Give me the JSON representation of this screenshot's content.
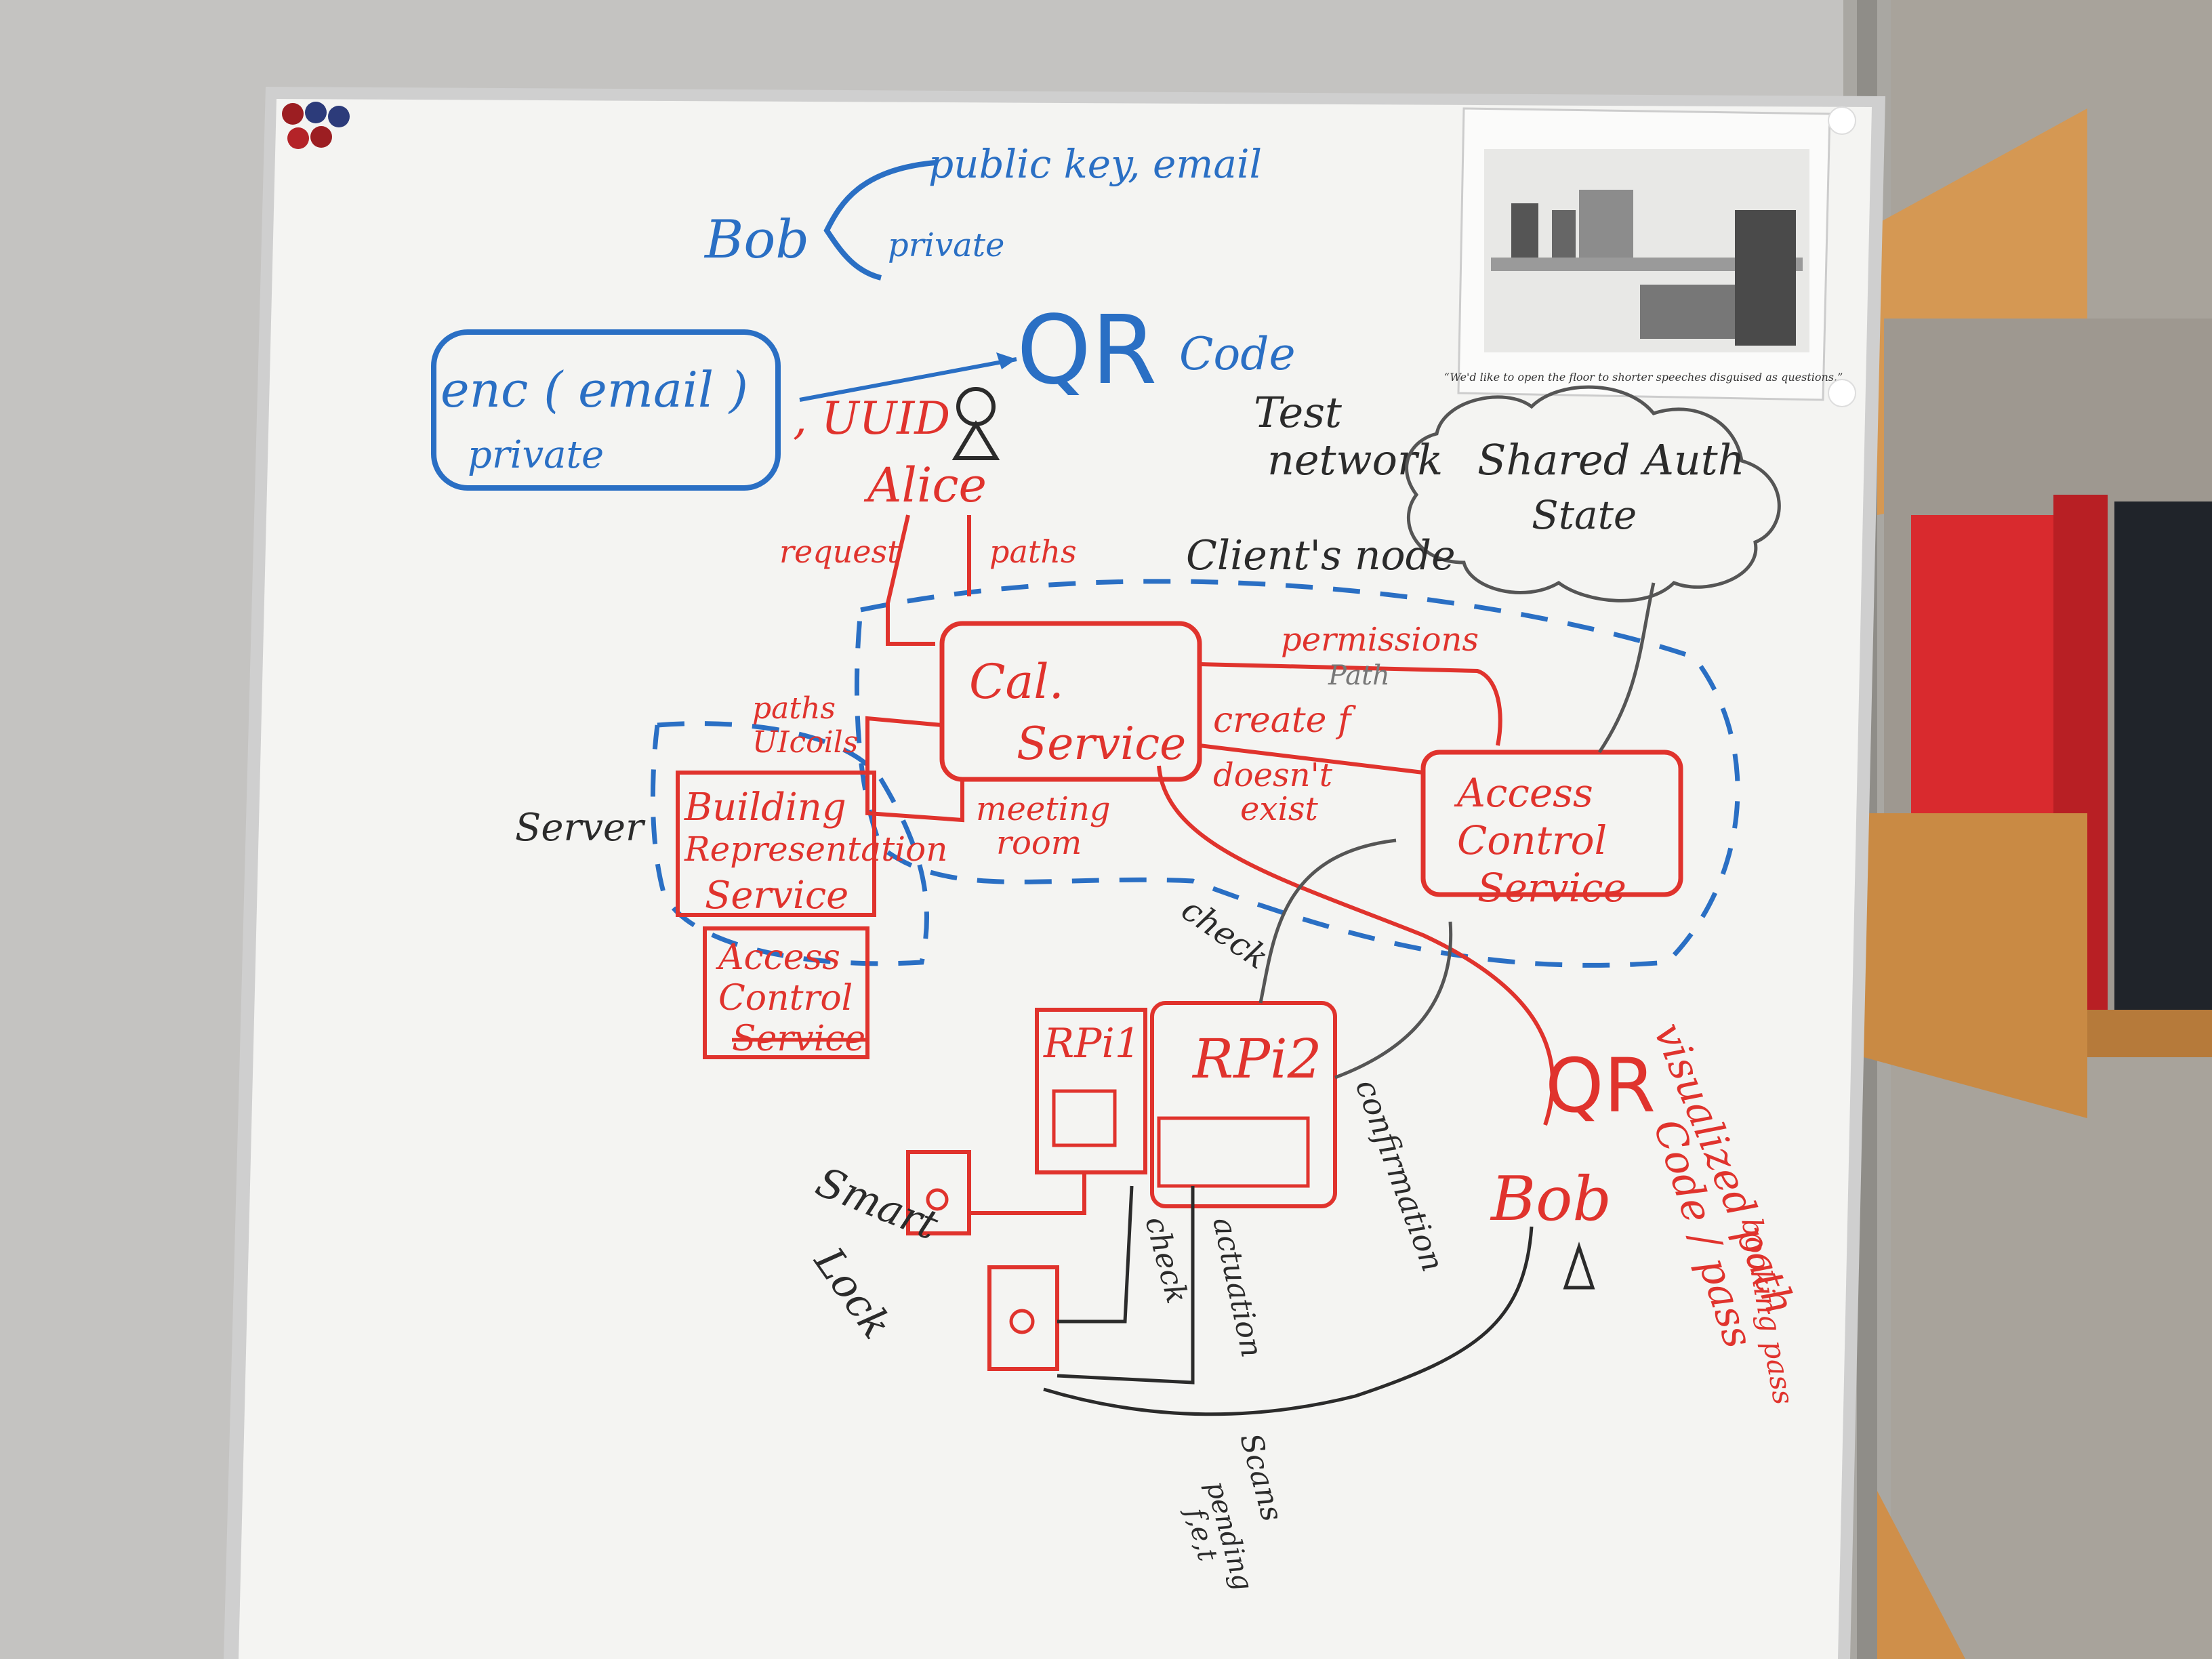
{
  "whiteboard": {
    "blue": {
      "bob": "Bob",
      "public_key_email": "public key, email",
      "private_top": "private",
      "qr_code_q": "QR",
      "qr_code_word": "Code",
      "enc_email": "enc ( email )",
      "enc_private": "private",
      "uuid": ", UUID"
    },
    "red": {
      "alice": "Alice",
      "request": "request",
      "paths": "paths",
      "cal_service_1": "Cal.",
      "cal_service_2": "Service",
      "permissions": "permissions",
      "create_f": "create f",
      "doesnt_exist_1": "doesn't",
      "doesnt_exist_2": "exist",
      "paths_uicoils_1": "paths",
      "paths_uicoils_2": "UIcoils",
      "meeting_room_1": "meeting",
      "meeting_room_2": "room",
      "building_rep": [
        "Building",
        "Representation",
        "Service"
      ],
      "access_control_small": [
        "Access",
        "Control",
        "Service"
      ],
      "access_control_big": [
        "Access",
        "Control",
        "Service"
      ],
      "rpi1": "RPi1",
      "rpi2": "RPi2",
      "qr_code_q": "QR",
      "bob_bottom": "Bob",
      "visualized": "visualized path",
      "code_pass": "Code / pass",
      "booking_pass": "booking pass"
    },
    "black": {
      "test_network_1": "Test",
      "test_network_2": "network",
      "shared_auth_1": "Shared Auth",
      "shared_auth_2": "State",
      "clients_node": "Client's node",
      "path": "Path",
      "server": "Server",
      "check_top": "check",
      "confirmation": "confirmation",
      "smart_lock_1": "Smart",
      "smart_lock_2": "Lock",
      "check_bottom": "check",
      "actuation": "actuation",
      "scans_pending_1": "Scans",
      "scans_pending_2": "pending",
      "scans_pending_3": "f,e,t"
    }
  },
  "cartoon": {
    "caption": "“We'd like to open the floor to shorter speeches disguised as questions.”"
  },
  "colors": {
    "wall": "#b9b8b6",
    "board": "#f4f4f2",
    "frame": "#c9c9c9",
    "marker_blue": "#2a6fc4",
    "marker_red": "#e0332d",
    "marker_black": "#2b2b2b",
    "shelf_wood": "#c98a44",
    "binder_red": "#d92a2e",
    "binder_black": "#20242a"
  }
}
